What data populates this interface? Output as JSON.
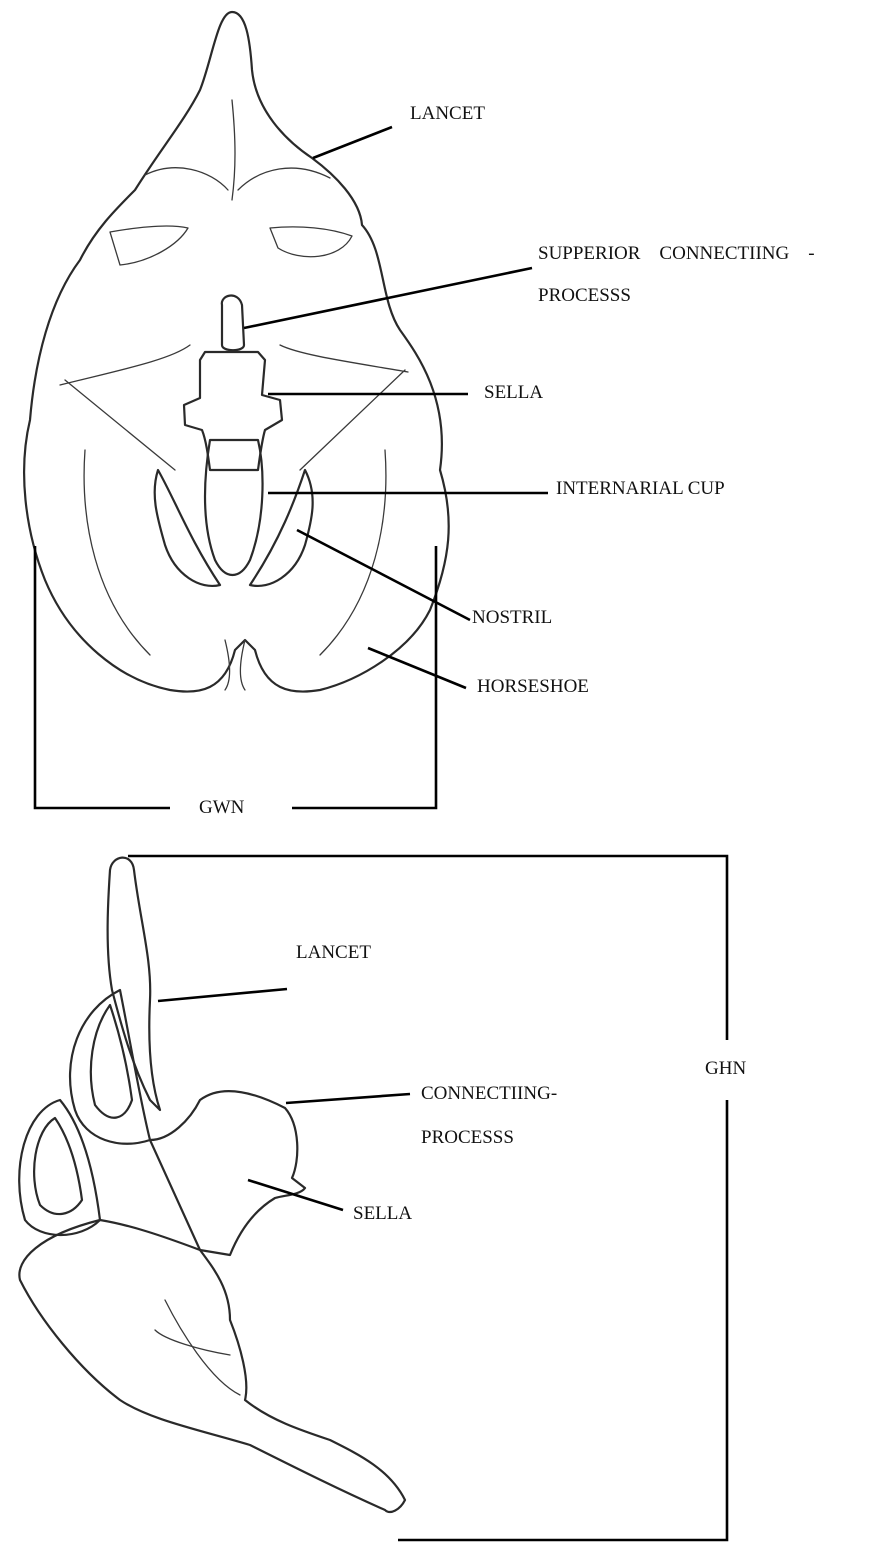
{
  "frontal_view": {
    "labels": {
      "lancet": "LANCET",
      "superior_connecting_process_line1": "SUPPERIOR    CONNECTIING    -",
      "superior_connecting_process_line2": "PROCESSS",
      "sella": "SELLA",
      "internarial_cup": "INTERNARIAL CUP",
      "nostril": "NOSTRIL",
      "horseshoe": "HORSESHOE",
      "width_measure": "GWN"
    }
  },
  "lateral_view": {
    "labels": {
      "lancet": "LANCET",
      "connecting_process_line1": "CONNECTIING-",
      "connecting_process_line2": "PROCESSS",
      "sella": "SELLA",
      "height_measure": "GHN"
    }
  },
  "colors": {
    "ink": "#2a2a2a",
    "stipple": "#555555",
    "background": "#ffffff"
  }
}
